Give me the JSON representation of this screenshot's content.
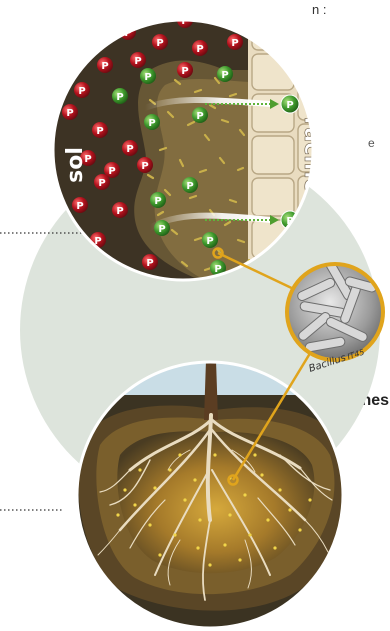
{
  "labels": {
    "soil": "sol",
    "root": "racine",
    "phosphorus": "P",
    "bacteria_name": "Bacillus",
    "bacteria_strain": "IT45"
  },
  "fragments": {
    "top_right": "n :",
    "right_mid": "e",
    "right_bold": "ines"
  },
  "colors": {
    "soil_dark": "#3d3324",
    "root_tan": "#e9dcc0",
    "phosphate_unavailable": "#b3121d",
    "phosphate_available": "#3f9a2d",
    "accent_gold": "#e0a41c",
    "background_circle": "#dde4dc",
    "sky": "#c9dde6"
  }
}
